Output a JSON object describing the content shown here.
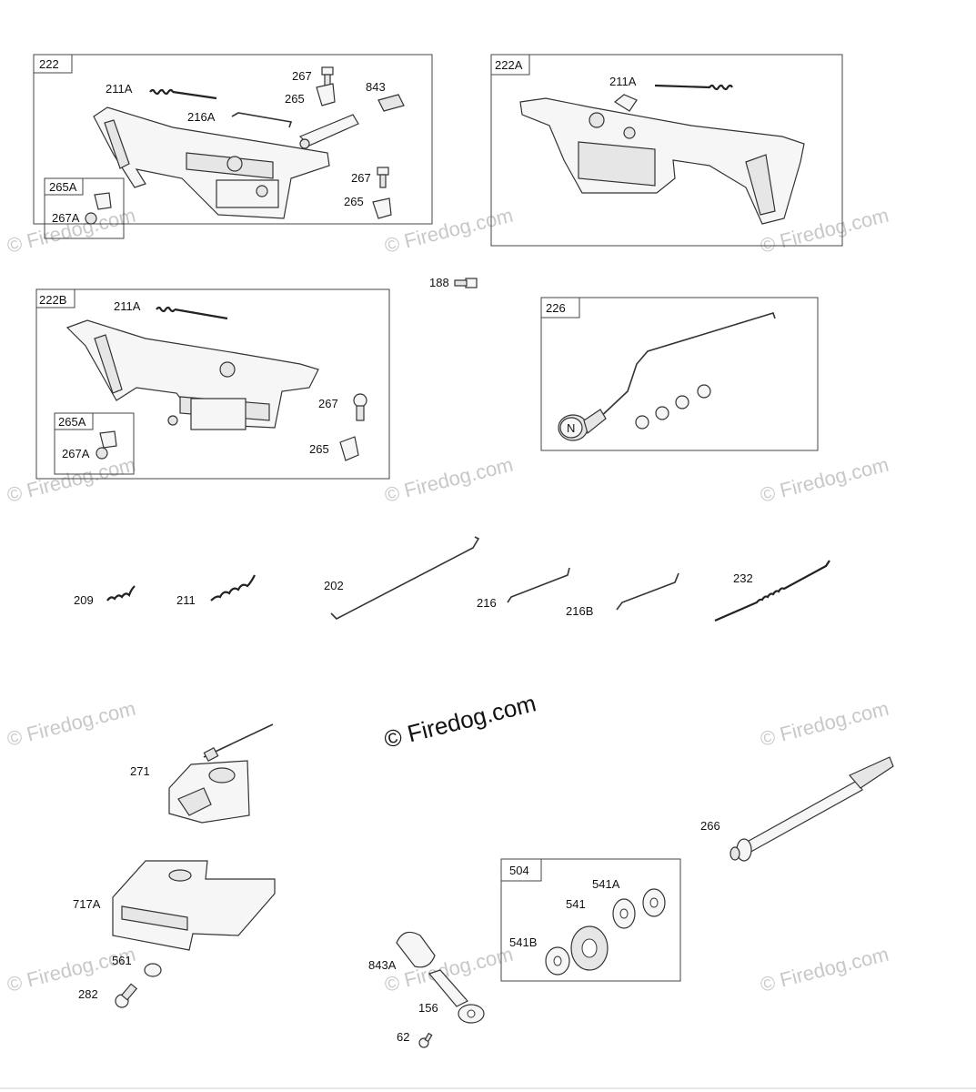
{
  "watermark": {
    "text": "© Firedog.com",
    "main_text": "© Firedog.com"
  },
  "groups": [
    {
      "id": "g222",
      "tag": "222"
    },
    {
      "id": "g222A",
      "tag": "222A"
    },
    {
      "id": "g222B",
      "tag": "222B"
    },
    {
      "id": "g226",
      "tag": "226"
    },
    {
      "id": "g504",
      "tag": "504"
    }
  ],
  "subgroups": [
    {
      "id": "s265A_1",
      "tag": "265A"
    },
    {
      "id": "s265A_2",
      "tag": "265A"
    }
  ],
  "callouts": {
    "c211A_1": "211A",
    "c216A": "216A",
    "c267_1": "267",
    "c265_1": "265",
    "c843": "843",
    "c267_2": "267",
    "c265_2": "265",
    "c267A_1": "267A",
    "c211A_2": "211A",
    "c211A_3": "211A",
    "c267_3": "267",
    "c265_3": "265",
    "c267A_2": "267A",
    "c188": "188",
    "c209": "209",
    "c211": "211",
    "c202": "202",
    "c216": "216",
    "c216B": "216B",
    "c232": "232",
    "c271": "271",
    "c717A": "717A",
    "c561": "561",
    "c282": "282",
    "c843A": "843A",
    "c156": "156",
    "c62": "62",
    "c541A": "541A",
    "c541": "541",
    "c541B": "541B",
    "c266": "266"
  },
  "colors": {
    "line": "#333333",
    "frame": "#444444",
    "watermark": "#c8c8c8",
    "background": "#ffffff"
  },
  "icons": {
    "knob_symbol": "N"
  }
}
